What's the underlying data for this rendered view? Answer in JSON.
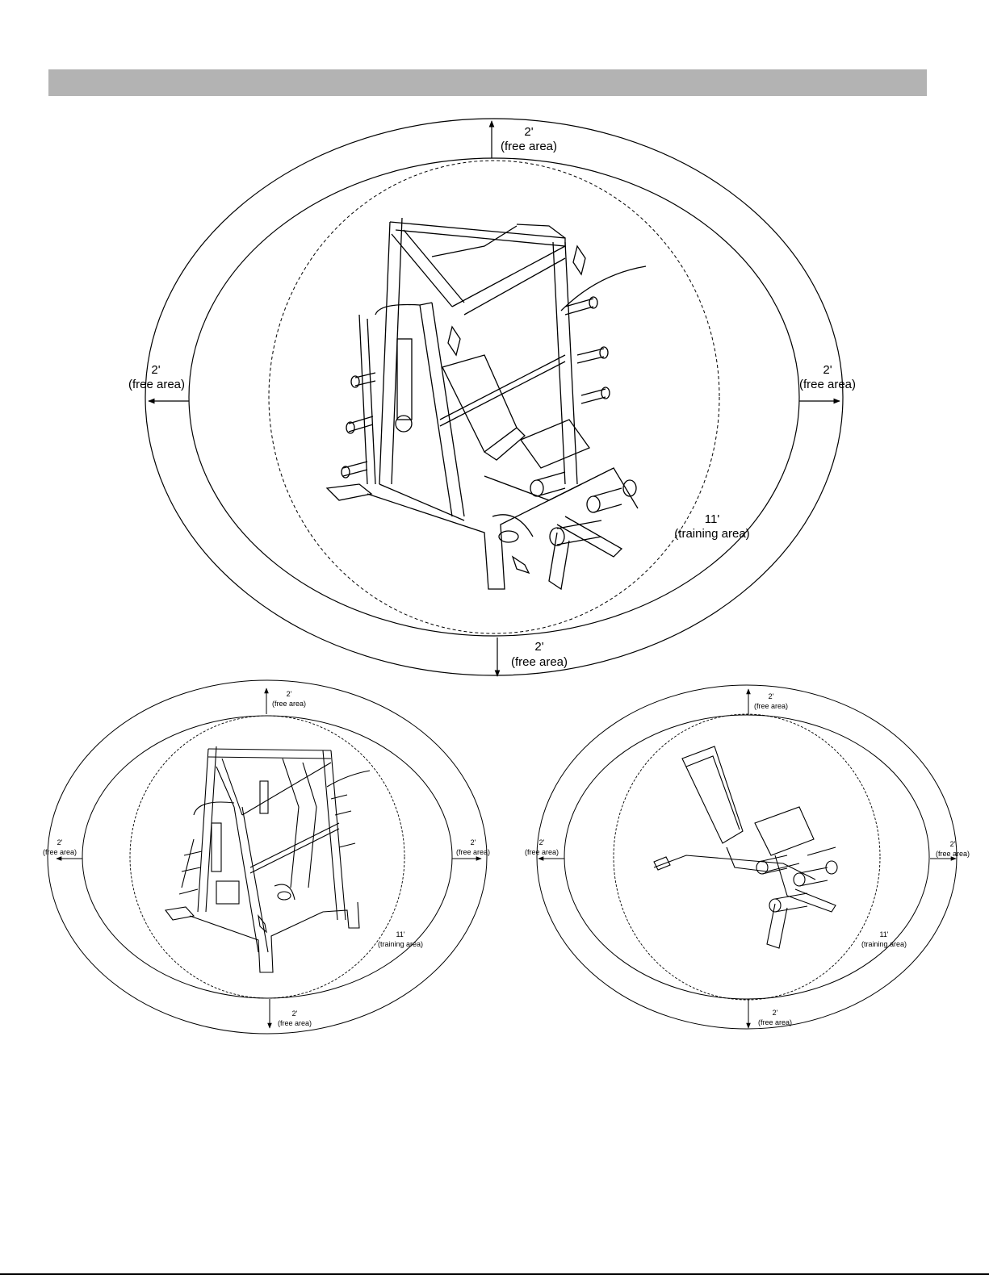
{
  "header": {
    "title": ""
  },
  "main_diagram": {
    "top": {
      "dim": "2'",
      "label": "(free area)"
    },
    "left": {
      "dim": "2'",
      "label": "(free area)"
    },
    "right": {
      "dim": "2'",
      "label": "(free area)"
    },
    "bottom": {
      "dim": "2'",
      "label": "(free area)"
    },
    "training": {
      "dim": "11'",
      "label": "(training area)"
    }
  },
  "left_diagram": {
    "top": {
      "dim": "2'",
      "label": "(free area)"
    },
    "left": {
      "dim": "2'",
      "label": "(free area)"
    },
    "right": {
      "dim": "2'",
      "label": "(free area)"
    },
    "bottom": {
      "dim": "2'",
      "label": "(free area)"
    },
    "training": {
      "dim": "11'",
      "label": "(training area)"
    }
  },
  "right_diagram": {
    "top": {
      "dim": "2'",
      "label": "(free area)"
    },
    "left": {
      "dim": "2'",
      "label": "(free area)"
    },
    "right": {
      "dim": "2'",
      "label": "(free area)"
    },
    "bottom": {
      "dim": "2'",
      "label": "(free area)"
    },
    "training": {
      "dim": "11'",
      "label": "(training area)"
    }
  }
}
